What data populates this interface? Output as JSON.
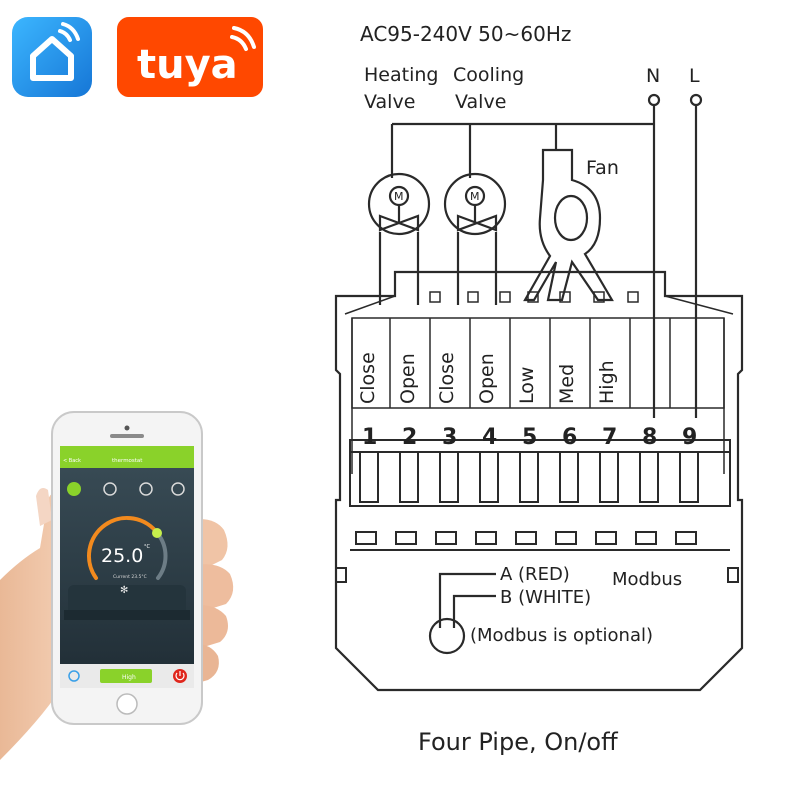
{
  "brand": {
    "logo_text": "tuya",
    "logo_color": "#ff4800",
    "home_app_color": "#1a8de0"
  },
  "diagram": {
    "power": "AC95-240V  50~60Hz",
    "heating_valve_line1": "Heating",
    "heating_valve_line2": "Valve",
    "cooling_valve_line1": "Cooling",
    "cooling_valve_line2": "Valve",
    "fan": "Fan",
    "neutral": "N",
    "live": "L",
    "valve_symbol": "M",
    "terminal_labels": [
      "Close",
      "Open",
      "Close",
      "Open",
      "Low",
      "Med",
      "High"
    ],
    "terminal_numbers": [
      "1",
      "2",
      "3",
      "4",
      "5",
      "6",
      "7",
      "8",
      "9"
    ],
    "modbus_a": "A (RED)",
    "modbus_b": "B (WHITE)",
    "modbus": "Modbus",
    "modbus_optional": "(Modbus is optional)",
    "caption": "Four Pipe, On/off"
  },
  "phone": {
    "back_label": "< Back",
    "screen_title": "thermostat",
    "temperature": "25.0",
    "temp_unit": "°C",
    "current_temp": "Current 23.5°C",
    "fan_speed": "High",
    "accent_color": "#8ad22a"
  }
}
